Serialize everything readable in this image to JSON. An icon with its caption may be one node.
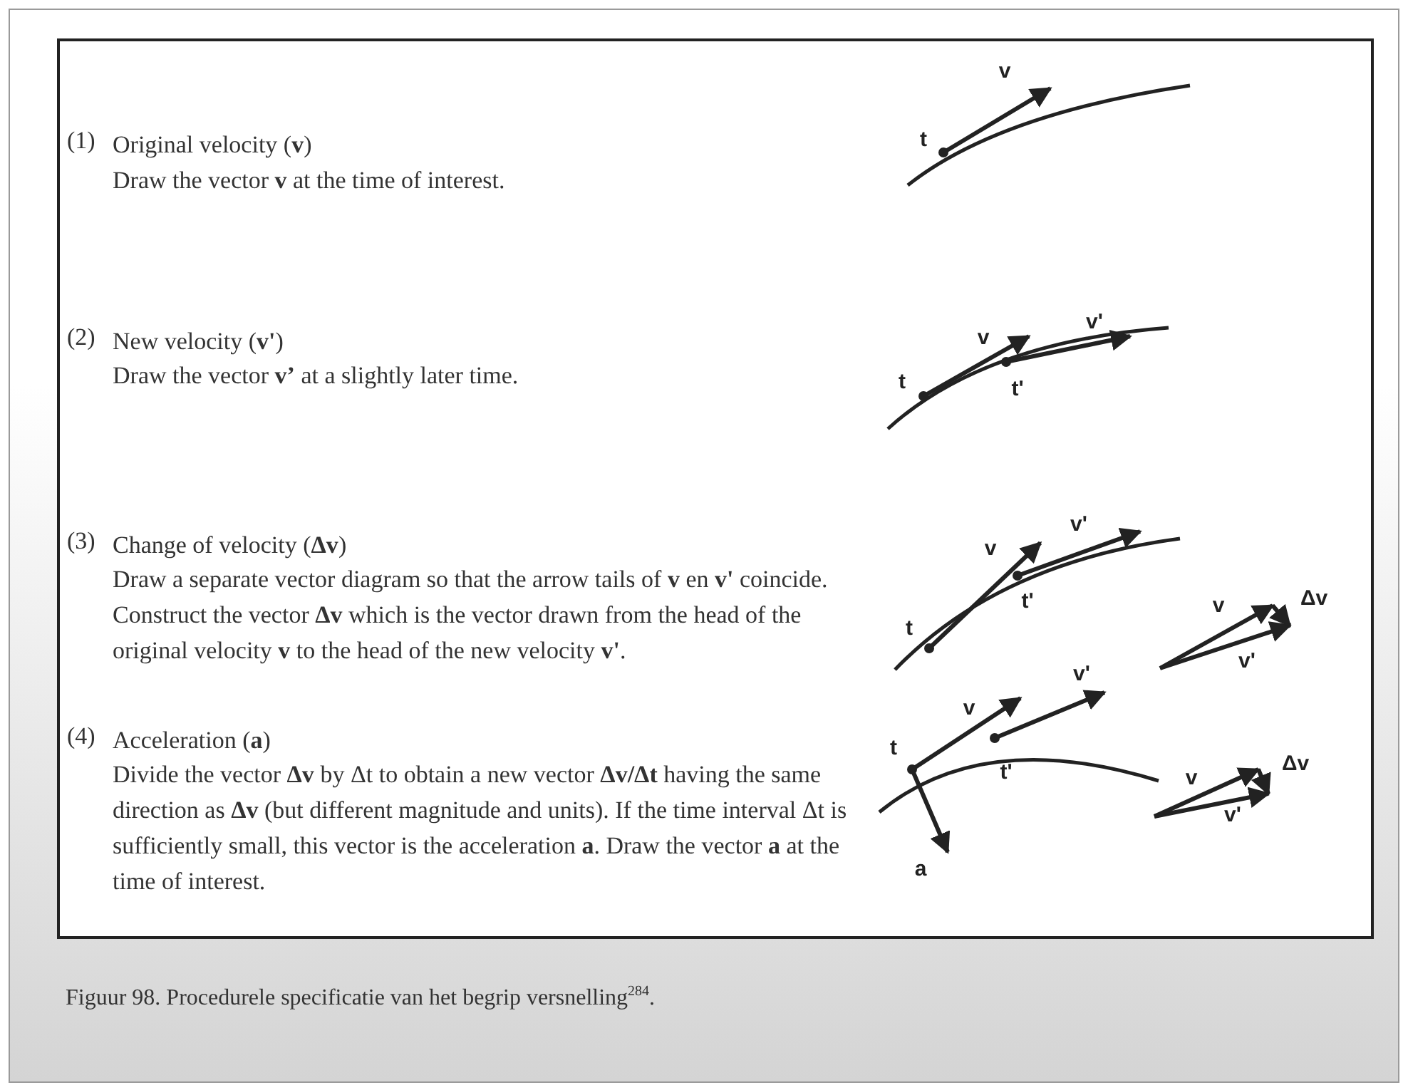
{
  "diagram": {
    "caption": "Figuur 98. Procedurele specificatie van het begrip versnelling$^{284}$.",
    "labels": [
      "(1)",
      "Original velocity (**v**)",
      "Draw the vector **v** at the time of interest.",
      "v",
      "t",
      "(2)",
      "New velocity (**v'**)",
      "Draw the vector **v’** at a slightly later time.",
      "v'",
      "v",
      "t",
      "t'",
      "(3)",
      "Change of velocity (**Δv**)",
      "Draw a separate vector diagram so that the arrow tails of **v** en **v'** coincide. Construct the vector **Δv** which is the vector drawn from the head of the original velocity **v** to the head of the new velocity **v'**.",
      "v'",
      "v",
      "t",
      "t'",
      "v",
      "Δv",
      "v'",
      "(4)",
      "Acceleration (**a**)",
      "Divide the vector **Δv** by Δt to obtain a new vector **Δv/Δt** having the same direction as **Δv** (but different magnitude and units). If the time interval Δt is sufficiently small, this vector is the acceleration **a**. Draw the vector **a** at the time of interest.",
      "v'",
      "v",
      "t",
      "t'",
      "a",
      "v",
      "Δv",
      "v'"
    ]
  }
}
